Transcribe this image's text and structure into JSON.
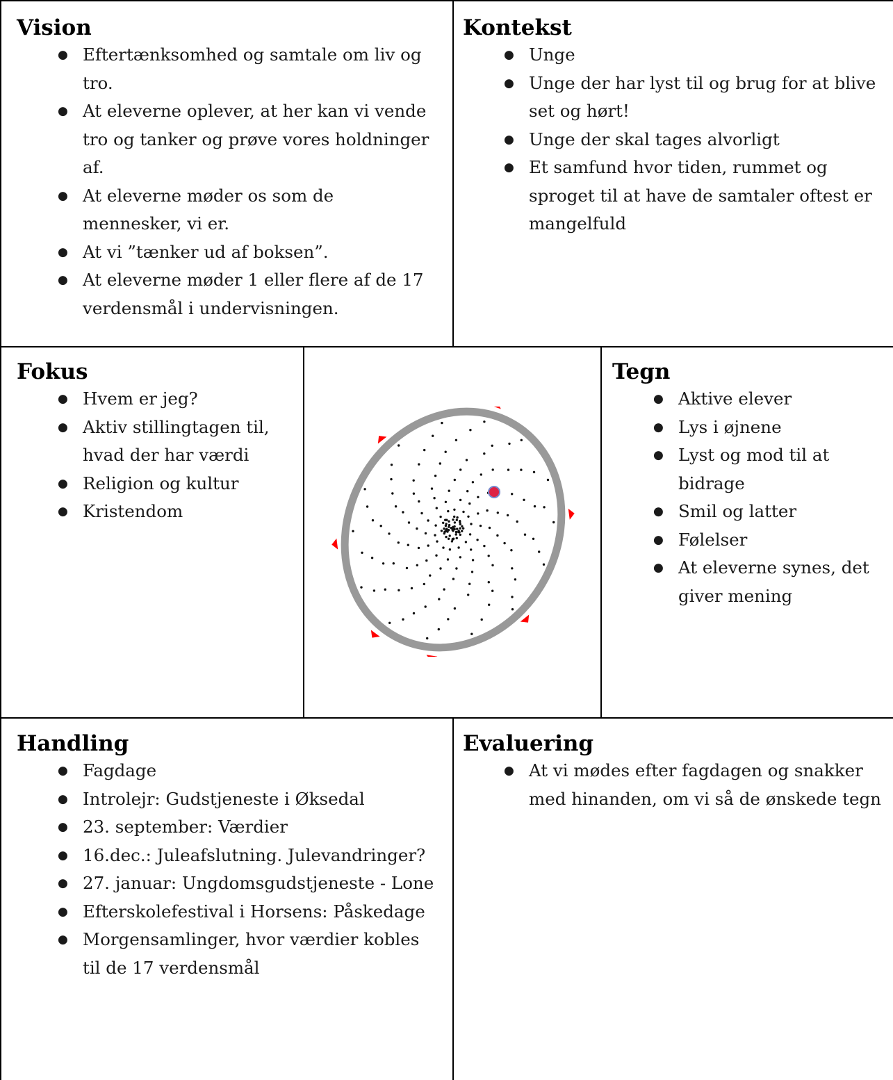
{
  "vision": {
    "title": "Vision",
    "items": [
      "Eftertænksomhed og samtale om liv og tro.",
      "At eleverne oplever, at her kan vi vende tro og tanker og prøve vores holdninger af.",
      "At eleverne møder os som de mennesker, vi er.",
      "At vi ”tænker ud af boksen”.",
      "At eleverne møder 1 eller flere af de 17 verdensmål i undervisningen."
    ]
  },
  "kontekst": {
    "title": "Kontekst",
    "items": [
      "Unge",
      "Unge der har lyst til og brug for at blive set og hørt!",
      "Unge der skal tages alvorligt",
      "Et samfund hvor tiden, rummet og sproget til at have de samtaler oftest er mangelfuld"
    ]
  },
  "fokus": {
    "title": "Fokus",
    "items": [
      "Hvem er jeg?",
      "Aktiv stillingtagen til, hvad der har værdi",
      "Religion og kultur",
      "Kristendom"
    ]
  },
  "tegn": {
    "title": "Tegn",
    "items": [
      "Aktive elever",
      "Lys i øjnene",
      "Lyst og mod til at bidrage",
      "Smil og latter",
      "Følelser",
      "At eleverne synes, det giver mening"
    ]
  },
  "handling": {
    "title": "Handling",
    "items": [
      "Fagdage",
      "Introlejr: Gudstjeneste i Øksedal",
      "23. september: Værdier",
      "16.dec.: Juleafslutning. Julevandringer?",
      "27. januar: Ungdomsgudstjeneste - Lone",
      "Efterskolefestival i Horsens: Påskedage",
      "Morgensamlinger, hvor værdier kobles til de 17 verdensmål"
    ]
  },
  "evaluering": {
    "title": "Evaluering",
    "items": [
      "At vi mødes efter fagdagen og snakker med hinanden, om vi så de ønskede tegn"
    ]
  },
  "bullet_glyph": "●",
  "diagram": {
    "ring_color": "#999999",
    "dot_color": "#111111",
    "marker_color": "#ff0000",
    "highlight_fill": "#dd2244",
    "highlight_stroke": "#7788cc"
  }
}
